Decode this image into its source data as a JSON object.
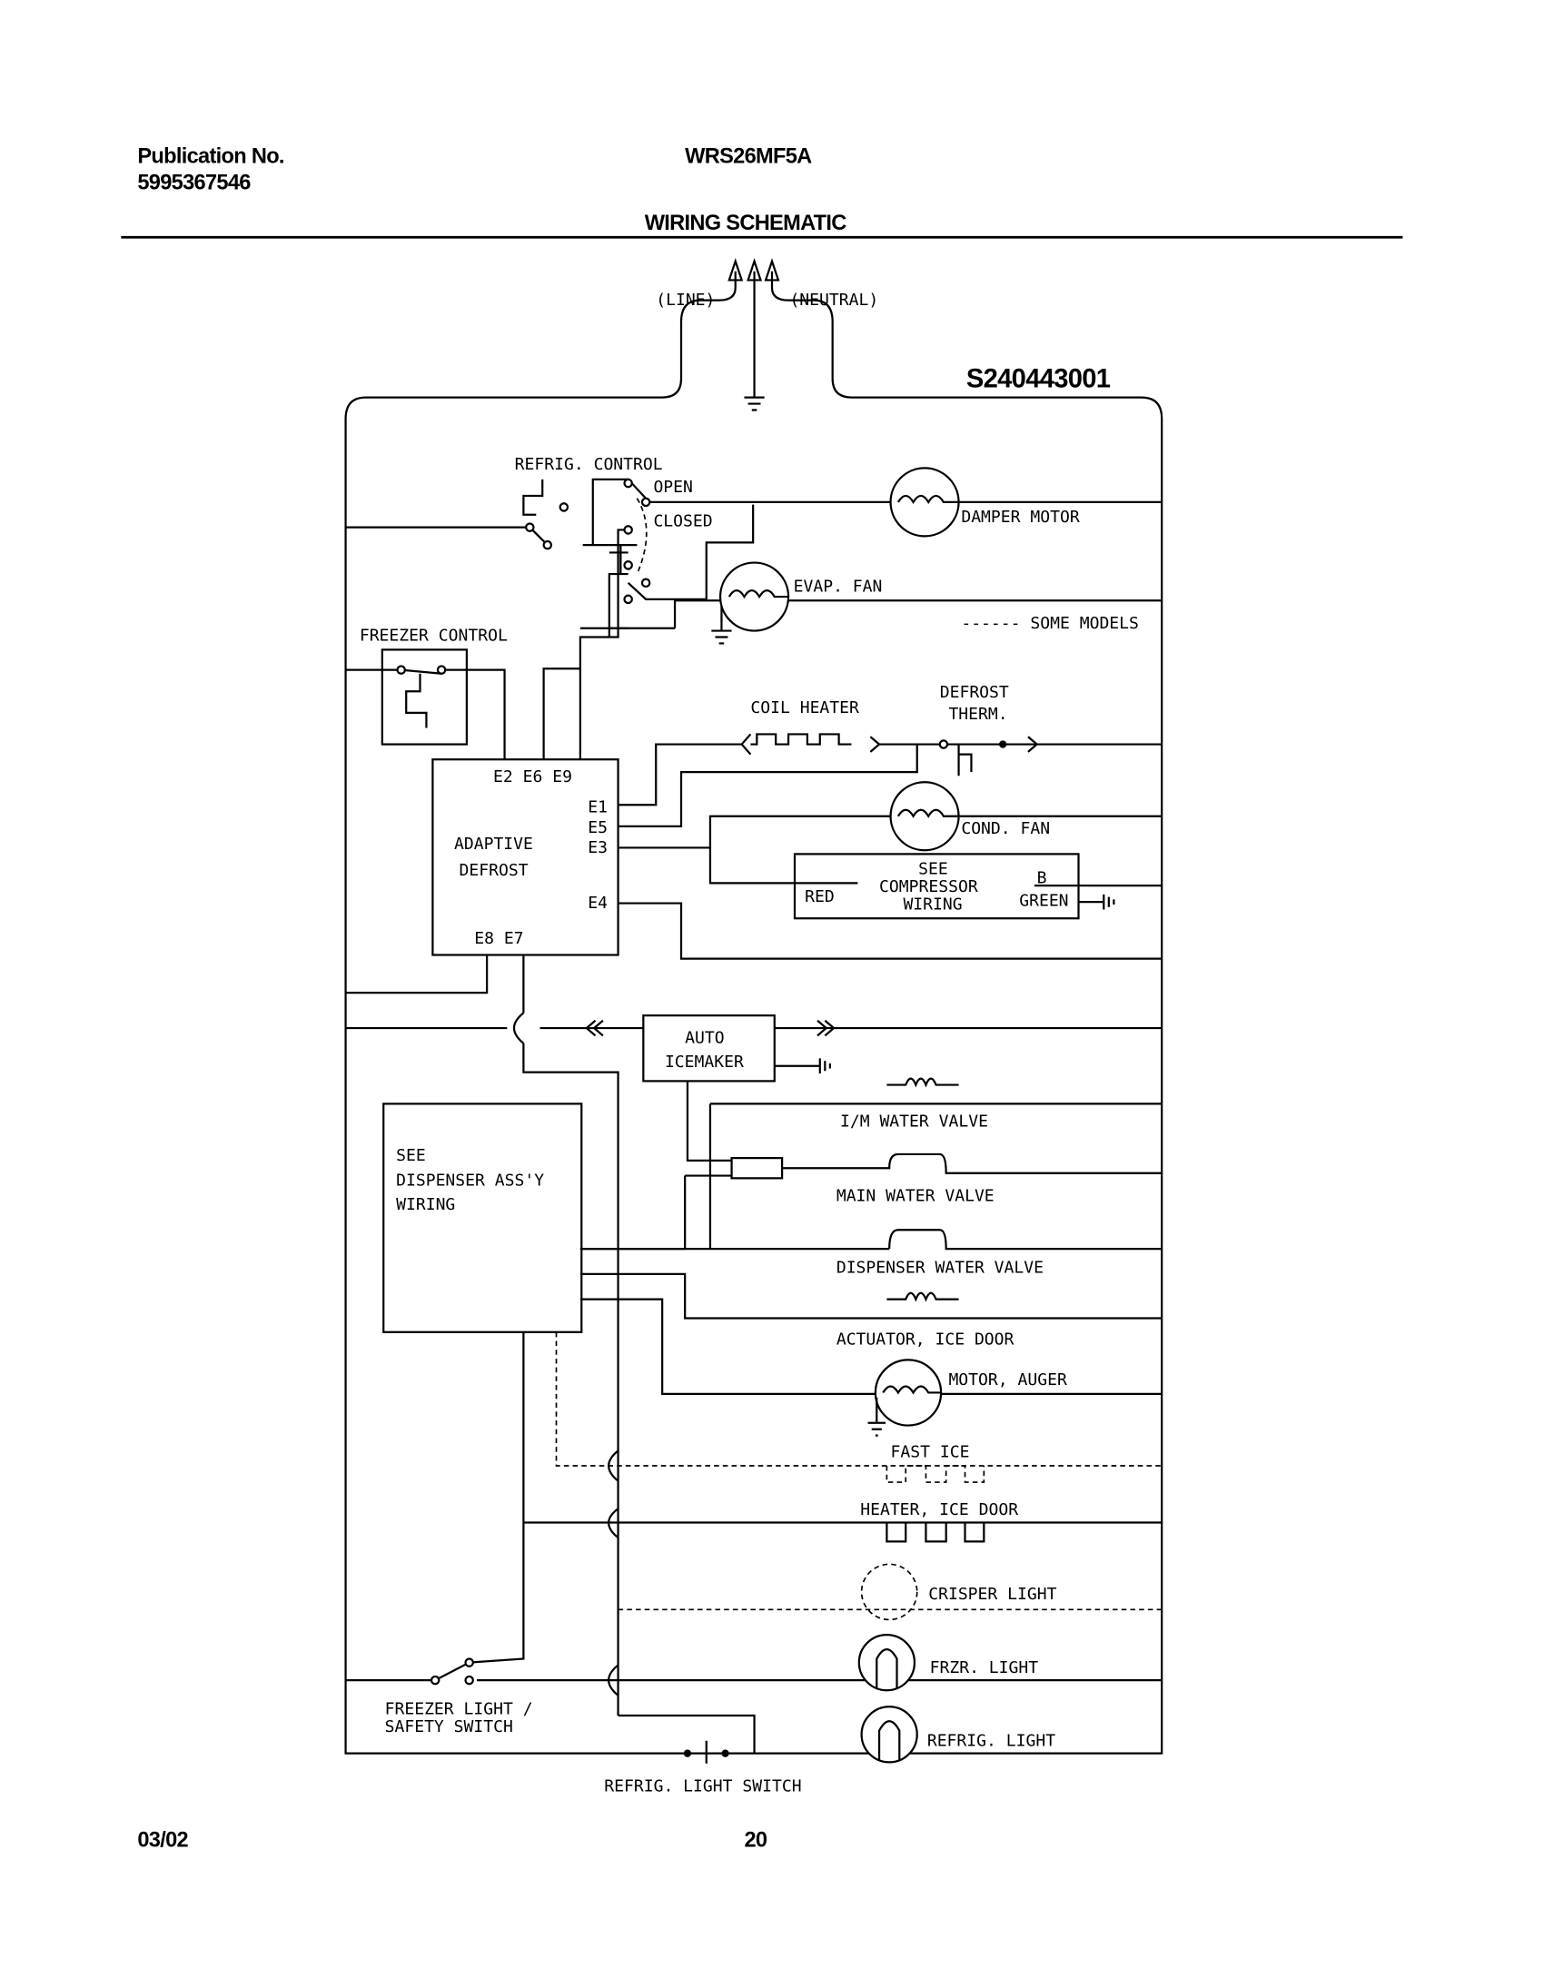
{
  "header": {
    "publication_label": "Publication No.",
    "publication_number": "5995367546",
    "model": "WRS26MF5A",
    "title": "WIRING SCHEMATIC"
  },
  "diagram": {
    "drawing_number": "S240443001",
    "line": "(LINE)",
    "neutral": "(NEUTRAL)",
    "refrig_control": "REFRIG. CONTROL",
    "open": "OPEN",
    "closed": "CLOSED",
    "damper_motor": "DAMPER MOTOR",
    "evap_fan": "EVAP. FAN",
    "some_models": "------ SOME MODELS",
    "freezer_control": "FREEZER CONTROL",
    "coil_heater": "COIL HEATER",
    "defrost_therm_1": "DEFROST",
    "defrost_therm_2": "THERM.",
    "terminals_top": "E2  E6  E9",
    "e1": "E1",
    "e5": "E5",
    "e3": "E3",
    "e4": "E4",
    "terminals_bottom": "E8  E7",
    "adaptive": "ADAPTIVE",
    "defrost": "DEFROST",
    "cond_fan": "COND. FAN",
    "compressor_1": "SEE",
    "compressor_2": "COMPRESSOR",
    "compressor_3": "WIRING",
    "red": "RED",
    "b": "B",
    "green": "GREEN",
    "auto": "AUTO",
    "icemaker": "ICEMAKER",
    "im_water_valve": "I/M WATER VALVE",
    "dispenser_1": "SEE",
    "dispenser_2": "DISPENSER ASS'Y",
    "dispenser_3": "WIRING",
    "main_water_valve": "MAIN WATER VALVE",
    "dispenser_water_valve": "DISPENSER WATER VALVE",
    "actuator_ice_door": "ACTUATOR, ICE DOOR",
    "motor_auger": "MOTOR, AUGER",
    "fast_ice": "FAST ICE",
    "heater_ice_door": "HEATER, ICE DOOR",
    "crisper_light": "CRISPER LIGHT",
    "frzr_light": "FRZR. LIGHT",
    "refrig_light": "REFRIG. LIGHT",
    "freezer_light_switch_1": "FREEZER LIGHT /",
    "freezer_light_switch_2": "SAFETY SWITCH",
    "refrig_light_switch": "REFRIG. LIGHT SWITCH"
  },
  "footer": {
    "date": "03/02",
    "page": "20"
  }
}
